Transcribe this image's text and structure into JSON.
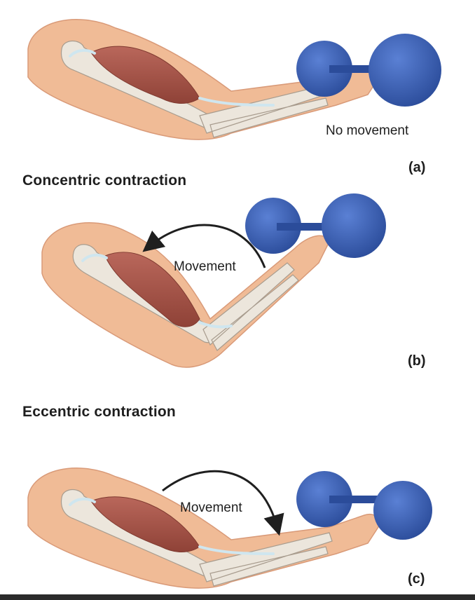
{
  "headings": {
    "concentric": "Concentric contraction",
    "eccentric": "Eccentric contraction"
  },
  "panels": [
    {
      "tag": "(a)",
      "note": "No movement"
    },
    {
      "tag": "(b)",
      "note": "Movement"
    },
    {
      "tag": "(c)",
      "note": "Movement"
    }
  ],
  "colors": {
    "skin": "#f0bb96",
    "skin_shade": "#e2a07c",
    "bone": "#ece6dc",
    "bone_outline": "#a89c8e",
    "muscle": "#a8544a",
    "tendon": "#cfe6ef",
    "dumbbell": "#3f64b9",
    "dumbbell_dark": "#2b4c9a",
    "arrow": "#1f1f1f"
  }
}
